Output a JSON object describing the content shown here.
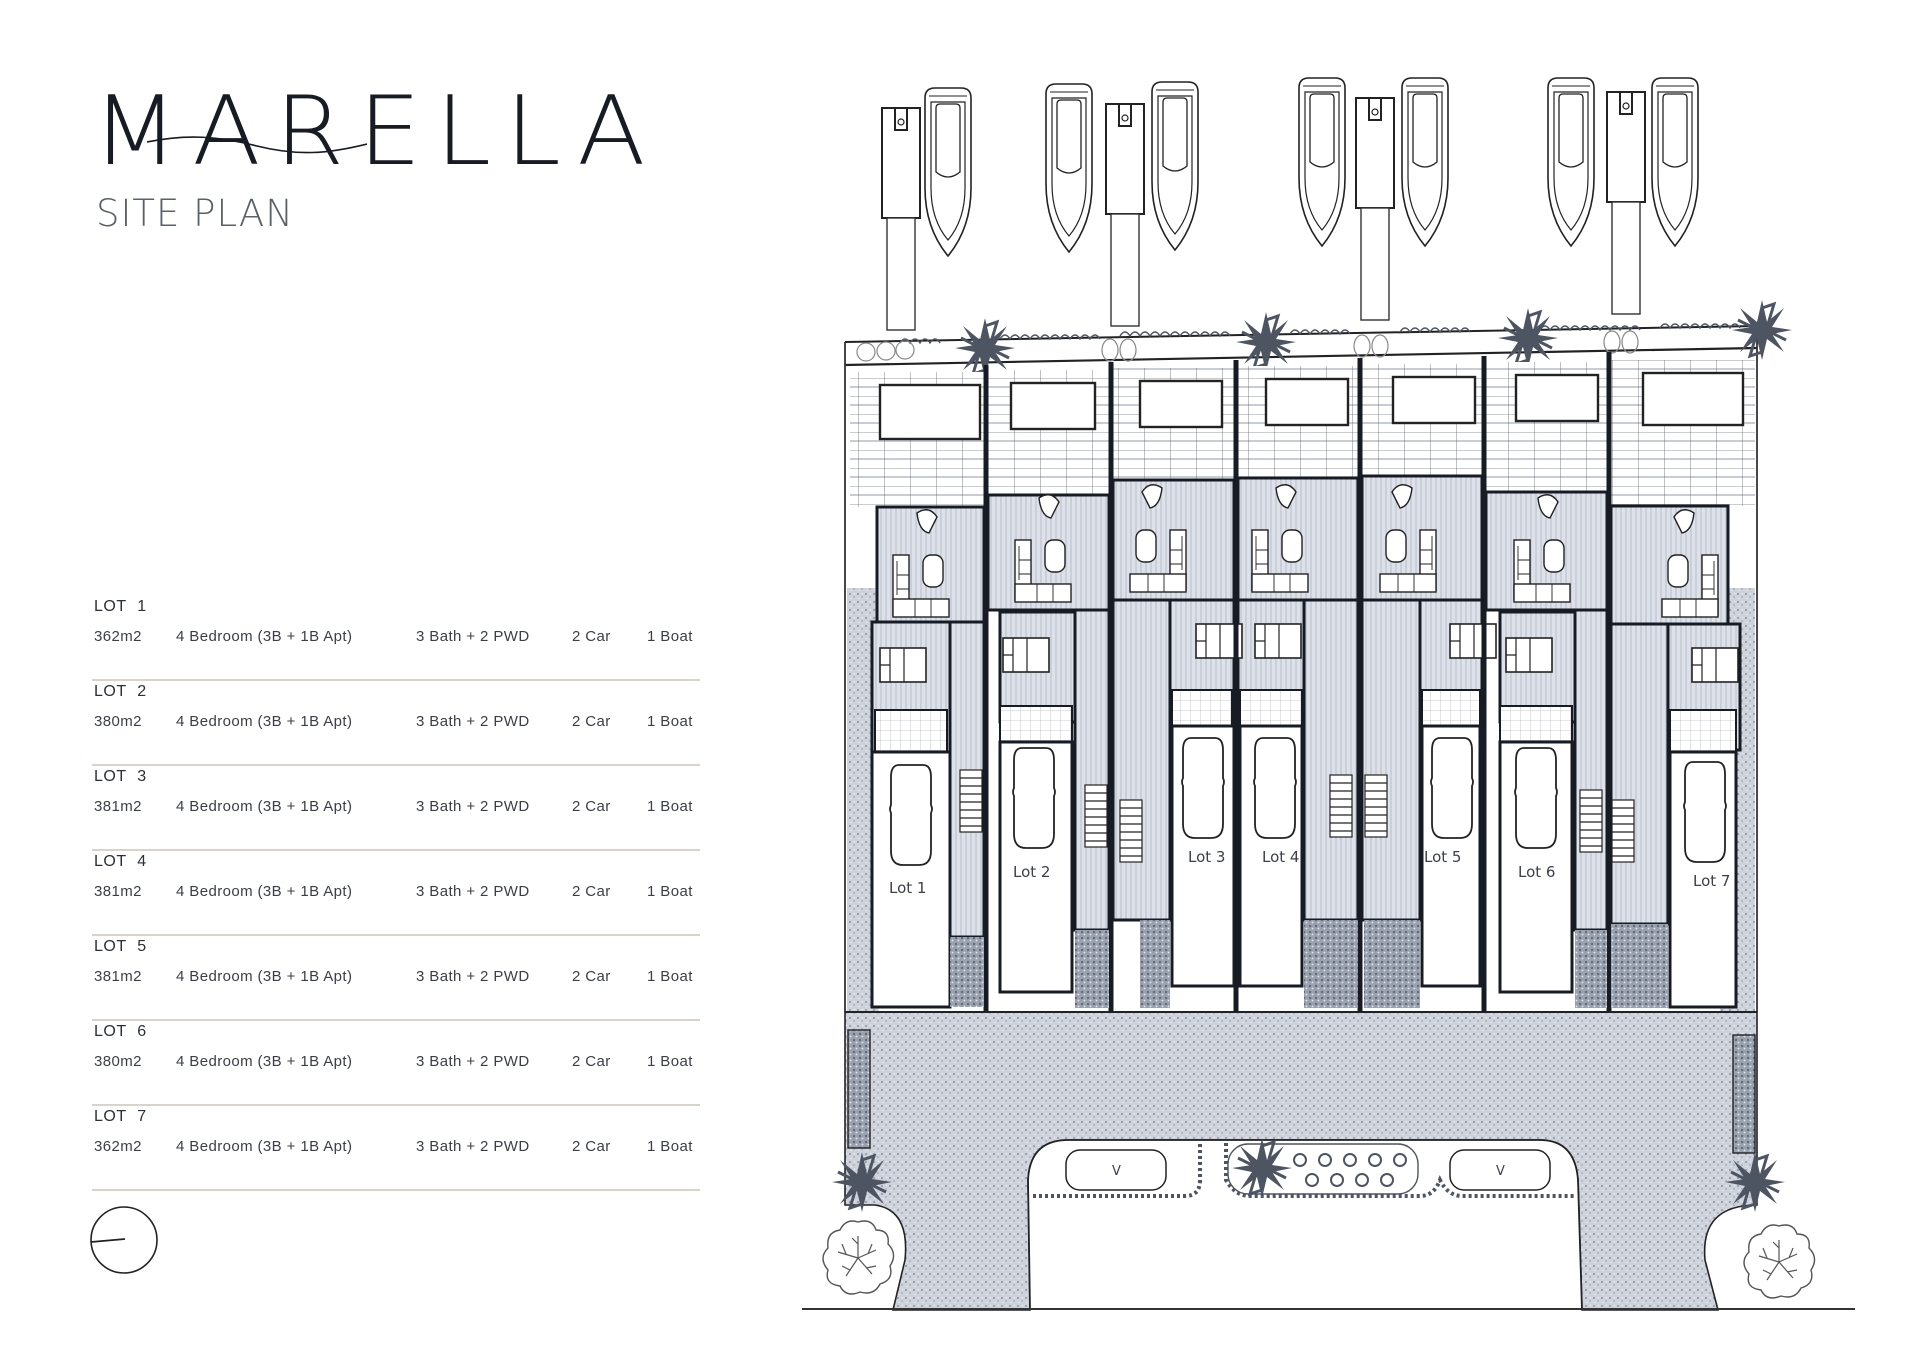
{
  "brand": {
    "title": "MARELLA",
    "subtitle": "SITE PLAN"
  },
  "lots": [
    {
      "name": "LOT 1",
      "area": "362m2",
      "bedrooms": "4 Bedroom (3B + 1B Apt)",
      "bathrooms": "3 Bath + 2 PWD",
      "cars": "2 Car",
      "boats": "1 Boat"
    },
    {
      "name": "LOT 2",
      "area": "380m2",
      "bedrooms": "4 Bedroom (3B + 1B Apt)",
      "bathrooms": "3 Bath + 2 PWD",
      "cars": "2 Car",
      "boats": "1 Boat"
    },
    {
      "name": "LOT 3",
      "area": "381m2",
      "bedrooms": "4 Bedroom (3B + 1B Apt)",
      "bathrooms": "3 Bath + 2 PWD",
      "cars": "2 Car",
      "boats": "1 Boat"
    },
    {
      "name": "LOT 4",
      "area": "381m2",
      "bedrooms": "4 Bedroom (3B + 1B Apt)",
      "bathrooms": "3 Bath + 2 PWD",
      "cars": "2 Car",
      "boats": "1 Boat"
    },
    {
      "name": "LOT 5",
      "area": "381m2",
      "bedrooms": "4 Bedroom (3B + 1B Apt)",
      "bathrooms": "3 Bath + 2 PWD",
      "cars": "2 Car",
      "boats": "1 Boat"
    },
    {
      "name": "LOT 6",
      "area": "380m2",
      "bedrooms": "4 Bedroom (3B + 1B Apt)",
      "bathrooms": "3 Bath + 2 PWD",
      "cars": "2 Car",
      "boats": "1 Boat"
    },
    {
      "name": "LOT 7",
      "area": "362m2",
      "bedrooms": "4 Bedroom (3B + 1B Apt)",
      "bathrooms": "3 Bath + 2 PWD",
      "cars": "2 Car",
      "boats": "1 Boat"
    }
  ],
  "site_plan": {
    "lot_labels": [
      "Lot 1",
      "Lot 2",
      "Lot 3",
      "Lot 4",
      "Lot 5",
      "Lot 6",
      "Lot 7"
    ],
    "visitor_parking_label": "V",
    "compass_icon": "north-point-compass-icon",
    "colors": {
      "ink": "#161b24",
      "interior_fill": "#d8dce6",
      "paving_fill": "#c9ced8",
      "planting": "#4d5563",
      "separator": "#d9d3ca"
    }
  }
}
